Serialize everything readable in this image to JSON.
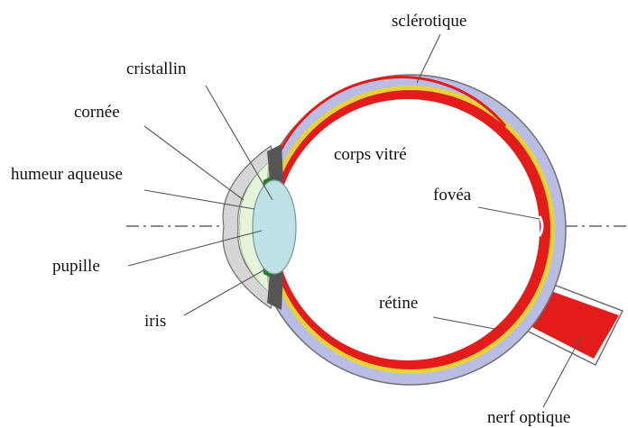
{
  "labels": {
    "sclerotique": "sclérotique",
    "cristallin": "cristallin",
    "cornee": "cornée",
    "corps_vitre": "corps vitré",
    "humeur_aqueuse": "humeur aqueuse",
    "fovea": "fovéa",
    "pupille": "pupille",
    "retine": "rétine",
    "iris": "iris",
    "nerf_optique": "nerf optique"
  },
  "colors": {
    "sclera": "#b9bde3",
    "sclera_stroke": "#707070",
    "choroid": "#e8d23a",
    "retina": "#e31b1b",
    "lens": "#bfe2e6",
    "cornea": "#d6d6d6",
    "aqueous": "#e6f4d9",
    "iris": "#2d7a2d",
    "background": "#ffffff"
  }
}
